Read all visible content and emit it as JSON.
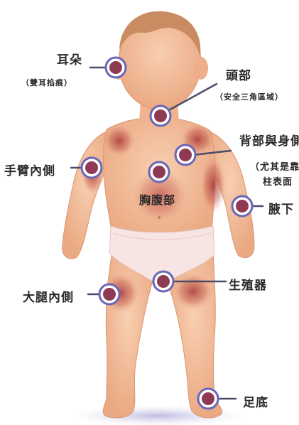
{
  "labels": {
    "ear": "耳朵",
    "ear_note": "（雙耳掐痕）",
    "head": "頭部",
    "head_note": "（安全三角區域）",
    "back": "背部與身側",
    "back_note": "（尤其是靠",
    "back_note2": "柱表面",
    "arm": "手臂內側",
    "chest": "胸腹部",
    "armpit": "腋下",
    "genitals": "生殖器",
    "thigh": "大腿內側",
    "foot": "足底"
  },
  "colors": {
    "skin": "#f4c2a0",
    "skin_shadow": "#e7a680",
    "hair": "#c58b62",
    "bruise": "#b2403c",
    "marker_fill": "#8e3a55",
    "marker_ring": "#6a66b8",
    "diaper": "#f6e4e2",
    "diaper_edge": "#eccac7",
    "line": "#555577"
  }
}
